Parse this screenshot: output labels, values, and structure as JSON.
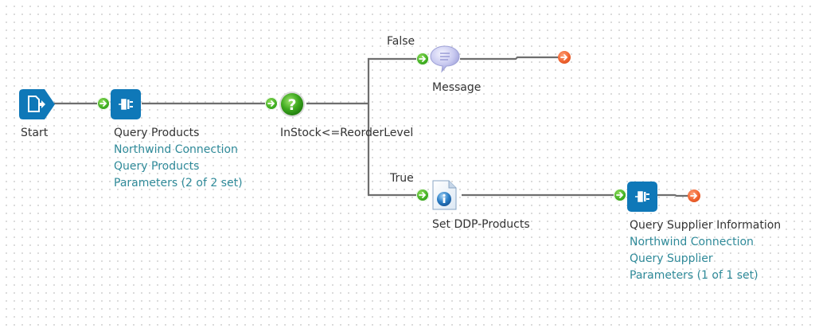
{
  "diagram": {
    "nodes": {
      "start": {
        "title": "Start",
        "icon": "start-document-icon"
      },
      "query_products": {
        "title": "Query Products",
        "details": [
          "Northwind Connection",
          "Query Products",
          "Parameters (2 of 2 set)"
        ],
        "icon": "connector-plug-icon"
      },
      "decision": {
        "title": "InStock<=ReorderLevel",
        "icon": "question-mark-icon"
      },
      "message": {
        "title": "Message",
        "icon": "speech-bubble-icon"
      },
      "set_ddp": {
        "title": "Set DDP-Products",
        "icon": "info-document-icon"
      },
      "query_supplier": {
        "title": "Query Supplier Information",
        "details": [
          "Northwind Connection",
          "Query Supplier",
          "Parameters (1 of 1 set)"
        ],
        "icon": "connector-plug-icon"
      }
    },
    "branches": {
      "false_label": "False",
      "true_label": "True"
    },
    "colors": {
      "node_blue": "#0f78b8",
      "detail_text": "#2f8a99",
      "input_port": "#3fae21",
      "end_port": "#f0622e",
      "decision_green": "#3da81e"
    }
  }
}
